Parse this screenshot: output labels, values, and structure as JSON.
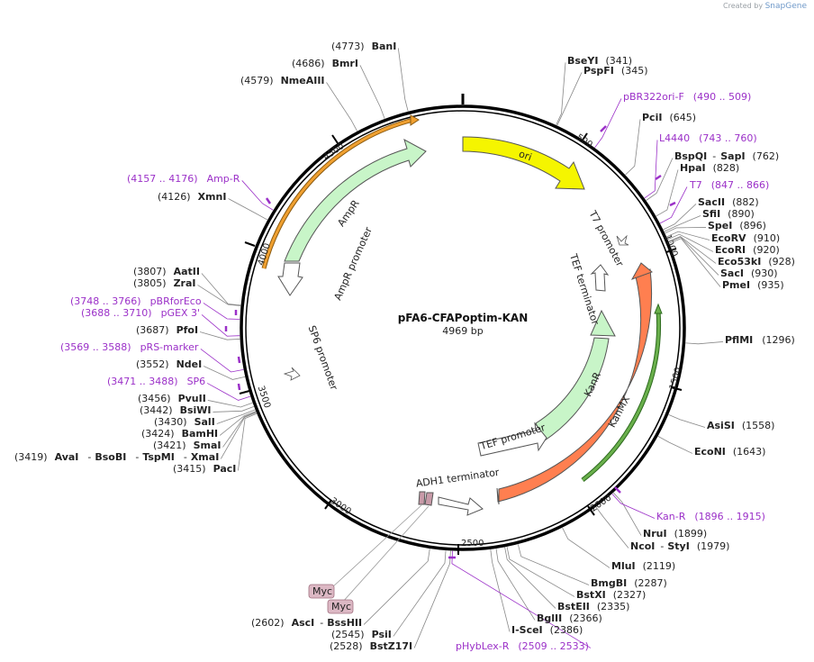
{
  "credit": {
    "prefix": "Created by",
    "brand": "SnapGene"
  },
  "map": {
    "name": "pFA6-CFAPoptim-KAN",
    "length_label": "4969 bp",
    "total_bp": 4969,
    "tick_labels": [
      "500",
      "1000",
      "1500",
      "2000",
      "2500",
      "3000",
      "3500",
      "4000",
      "4500"
    ],
    "site_color": "#888888",
    "primer_color": "#9b30c8"
  },
  "sites_right": [
    {
      "name": "BseYI",
      "pos": "(341)",
      "bp": 341
    },
    {
      "name": "PspFI",
      "pos": "(345)",
      "bp": 345
    },
    {
      "name": "PciI",
      "pos": "(645)",
      "bp": 645
    },
    {
      "name": "BspQI",
      "sep": "-",
      "name2": "SapI",
      "pos": "(762)",
      "bp": 762
    },
    {
      "name": "HpaI",
      "pos": "(828)",
      "bp": 828
    },
    {
      "name": "SacII",
      "pos": "(882)",
      "bp": 882
    },
    {
      "name": "SfiI",
      "pos": "(890)",
      "bp": 890
    },
    {
      "name": "SpeI",
      "pos": "(896)",
      "bp": 896
    },
    {
      "name": "EcoRV",
      "pos": "(910)",
      "bp": 910
    },
    {
      "name": "EcoRI",
      "pos": "(920)",
      "bp": 920
    },
    {
      "name": "Eco53kI",
      "pos": "(928)",
      "bp": 928
    },
    {
      "name": "SacI",
      "pos": "(930)",
      "bp": 930
    },
    {
      "name": "PmeI",
      "pos": "(935)",
      "bp": 935
    },
    {
      "name": "PflMI",
      "pos": "(1296)",
      "bp": 1296
    },
    {
      "name": "AsiSI",
      "pos": "(1558)",
      "bp": 1558
    },
    {
      "name": "EcoNI",
      "pos": "(1643)",
      "bp": 1643
    },
    {
      "name": "NruI",
      "pos": "(1899)",
      "bp": 1899
    },
    {
      "name": "NcoI",
      "sep": "-",
      "name2": "StyI",
      "pos": "(1979)",
      "bp": 1979
    },
    {
      "name": "MluI",
      "pos": "(2119)",
      "bp": 2119
    },
    {
      "name": "BmgBI",
      "pos": "(2287)",
      "bp": 2287
    },
    {
      "name": "BstXI",
      "pos": "(2327)",
      "bp": 2327
    },
    {
      "name": "BstEII",
      "pos": "(2335)",
      "bp": 2335
    },
    {
      "name": "BglII",
      "pos": "(2366)",
      "bp": 2366
    },
    {
      "name": "I-SceI",
      "pos": "(2386)",
      "bp": 2386
    }
  ],
  "sites_left": [
    {
      "name": "BanI",
      "pos": "(4773)",
      "bp": 4773
    },
    {
      "name": "BmrI",
      "pos": "(4686)",
      "bp": 4686
    },
    {
      "name": "NmeAIII",
      "pos": "(4579)",
      "bp": 4579
    },
    {
      "name": "XmnI",
      "pos": "(4126)",
      "bp": 4126
    },
    {
      "name": "AatII",
      "pos": "(3807)",
      "bp": 3807
    },
    {
      "name": "ZraI",
      "pos": "(3805)",
      "bp": 3805
    },
    {
      "name": "PfoI",
      "pos": "(3687)",
      "bp": 3687
    },
    {
      "name": "NdeI",
      "pos": "(3552)",
      "bp": 3552
    },
    {
      "name": "PvuII",
      "pos": "(3456)",
      "bp": 3456
    },
    {
      "name": "BsiWI",
      "pos": "(3442)",
      "bp": 3442
    },
    {
      "name": "SalI",
      "pos": "(3430)",
      "bp": 3430
    },
    {
      "name": "BamHI",
      "pos": "(3424)",
      "bp": 3424
    },
    {
      "name": "SmaI",
      "pos": "(3421)",
      "bp": 3421
    },
    {
      "name": "PacI",
      "pos": "(3415)",
      "bp": 3415
    },
    {
      "name": "AscI",
      "sep": "-",
      "name2": "BssHII",
      "pos": "(2602)",
      "bp": 2602
    },
    {
      "name": "PsiI",
      "pos": "(2545)",
      "bp": 2545
    },
    {
      "name": "BstZ17I",
      "pos": "(2528)",
      "bp": 2528
    }
  ],
  "multi_site": {
    "pos": "(3419)",
    "names": [
      "AvaI",
      "BsoBI",
      "TspMI",
      "XmaI"
    ],
    "sep": "-",
    "bp": 3419
  },
  "primers": [
    {
      "name": "pBR322ori-F",
      "range": "(490 .. 509)",
      "bp": 500
    },
    {
      "name": "L4440",
      "range": "(743 .. 760)",
      "bp": 752
    },
    {
      "name": "T7",
      "range": "(847 .. 866)",
      "bp": 857
    },
    {
      "name": "Kan-R",
      "range": "(1896 .. 1915)",
      "bp": 1905
    },
    {
      "name": "pHybLex-R",
      "range": "(2509 .. 2533)",
      "bp": 2521
    },
    {
      "name": "SP6",
      "range": "(3471 .. 3488)",
      "bp": 3480
    },
    {
      "name": "pRS-marker",
      "range": "(3569 .. 3588)",
      "bp": 3578
    },
    {
      "name": "pGEX 3'",
      "range": "(3688 .. 3710)",
      "bp": 3699
    },
    {
      "name": "pBRforEco",
      "range": "(3748 .. 3766)",
      "bp": 3757
    },
    {
      "name": "Amp-R",
      "range": "(4157 .. 4176)",
      "bp": 4166
    }
  ],
  "features": {
    "ori": "ori",
    "t7_promoter": "T7 promoter",
    "tef_terminator": "TEF terminator",
    "kanr": "KanR",
    "kanmx": "KanMX",
    "tef_promoter": "TEF promoter",
    "adh1_terminator": "ADH1 terminator",
    "sp6_promoter": "SP6 promoter",
    "ampr": "AmpR",
    "ampr_promoter": "AmpR promoter",
    "myc": "Myc"
  },
  "feature_colors": {
    "ori": "#f5f500",
    "kanmx": "#ff7f50",
    "kanr": "#c8f5c8",
    "ampr": "#c8f5c8",
    "ampr_orf": "#f0a030",
    "kan_orf": "#6ab04c",
    "myc": "#c89aa8"
  }
}
